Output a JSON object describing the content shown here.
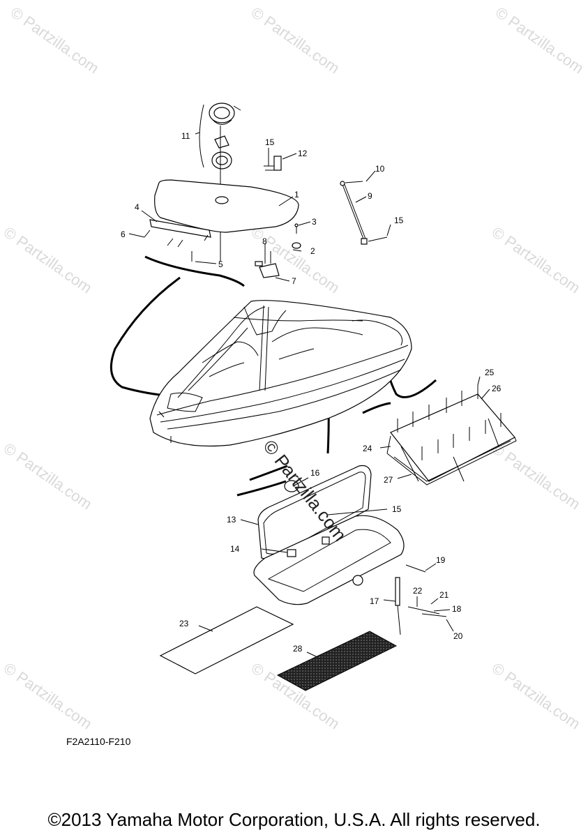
{
  "watermark": "© Partzilla.com",
  "center_watermark": "© Partzilla.com",
  "diagram_code": "F2A2110-F210",
  "copyright": "©2013 Yamaha Motor Corporation, U.S.A. All rights reserved.",
  "callouts": [
    "1",
    "2",
    "3",
    "4",
    "5",
    "6",
    "7",
    "8",
    "9",
    "10",
    "11",
    "12",
    "13",
    "14",
    "15",
    "15",
    "15",
    "16",
    "17",
    "18",
    "19",
    "20",
    "21",
    "22",
    "23",
    "24",
    "25",
    "26",
    "27",
    "28"
  ]
}
